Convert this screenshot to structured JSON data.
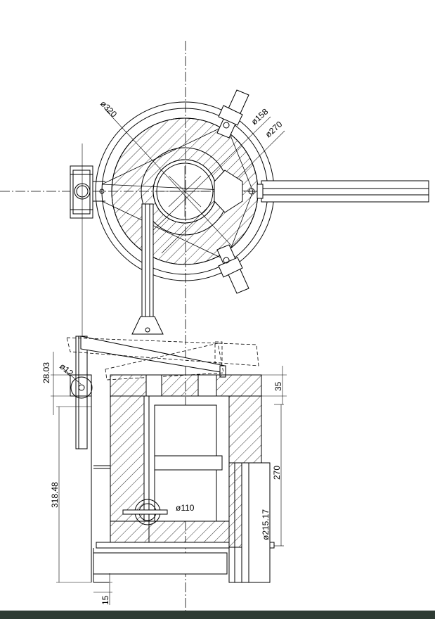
{
  "colors": {
    "line": "#000000",
    "background": "#ffffff",
    "bottom_bar": "#2e3b33"
  },
  "top_view": {
    "labels": {
      "d320": "ø320",
      "d158": "ø158",
      "d270": "ø270"
    }
  },
  "front_view": {
    "labels": {
      "d2803": "28.03",
      "d12": "ø12",
      "d35": "35",
      "d270": "270",
      "d31848": "318.48",
      "d110": "ø110",
      "d21517": "ø215.17",
      "d15": "15"
    }
  }
}
